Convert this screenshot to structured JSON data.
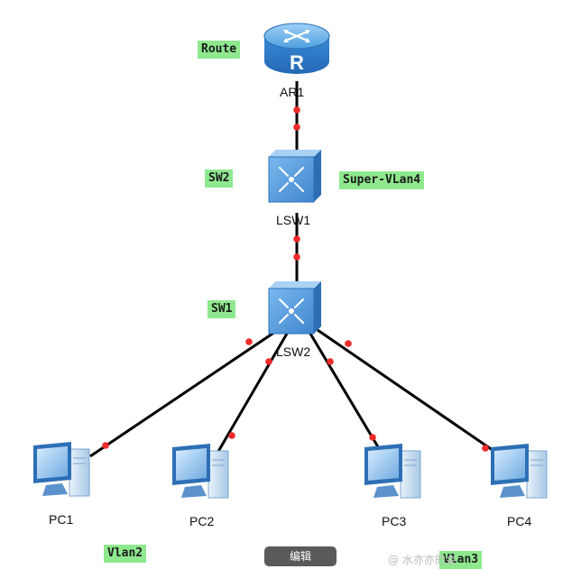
{
  "devices": {
    "ar1": "AR1",
    "lsw1": "LSW1",
    "lsw2": "LSW2",
    "pc1": "PC1",
    "pc2": "PC2",
    "pc3": "PC3",
    "pc4": "PC4",
    "router_glyph": "R"
  },
  "tags": {
    "route": "Route",
    "sw2": "SW2",
    "super_vlan": "Super-VLan4",
    "sw1": "SW1",
    "vlan2": "Vlan2",
    "vlan3": "Vlan3"
  },
  "toolbar": {
    "edit_label": "编辑"
  },
  "watermark": "@ 水亦亦的会",
  "colors": {
    "tag_bg": "#8ee88e",
    "link": "#000000",
    "port_dot": "#ee2a2a",
    "device_blue": "#3f86cf"
  },
  "icons": {
    "router": "router-icon",
    "switch": "switch-icon",
    "pc": "pc-icon"
  }
}
